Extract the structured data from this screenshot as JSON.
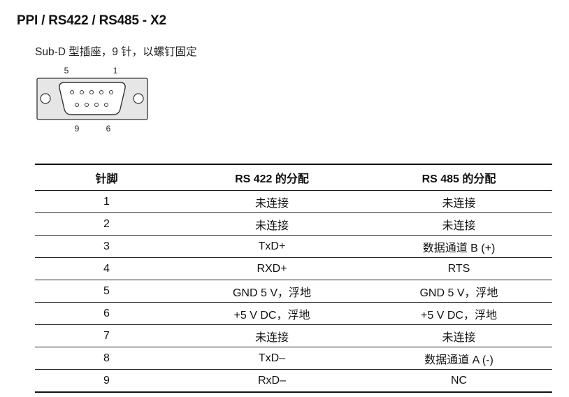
{
  "title": "PPI / RS422 / RS485 - X2",
  "subtitle": "Sub-D 型插座，9 针，以螺钉固定",
  "connector": {
    "pin_labels": {
      "top_left": "5",
      "top_right": "1",
      "bottom_left": "9",
      "bottom_right": "6"
    }
  },
  "table": {
    "headers": [
      "针脚",
      "RS 422 的分配",
      "RS 485 的分配"
    ],
    "rows": [
      {
        "pin": "1",
        "rs422": "未连接",
        "rs485": "未连接"
      },
      {
        "pin": "2",
        "rs422": "未连接",
        "rs485": "未连接"
      },
      {
        "pin": "3",
        "rs422": "TxD+",
        "rs485": "数据通道 B (+)"
      },
      {
        "pin": "4",
        "rs422": "RXD+",
        "rs485": "RTS"
      },
      {
        "pin": "5",
        "rs422": "GND 5 V，浮地",
        "rs485": "GND 5 V，浮地"
      },
      {
        "pin": "6",
        "rs422": "+5 V DC，浮地",
        "rs485": "+5 V DC，浮地"
      },
      {
        "pin": "7",
        "rs422": "未连接",
        "rs485": "未连接"
      },
      {
        "pin": "8",
        "rs422": "TxD–",
        "rs485": "数据通道 A (-)"
      },
      {
        "pin": "9",
        "rs422": "RxD–",
        "rs485": "NC"
      }
    ]
  }
}
